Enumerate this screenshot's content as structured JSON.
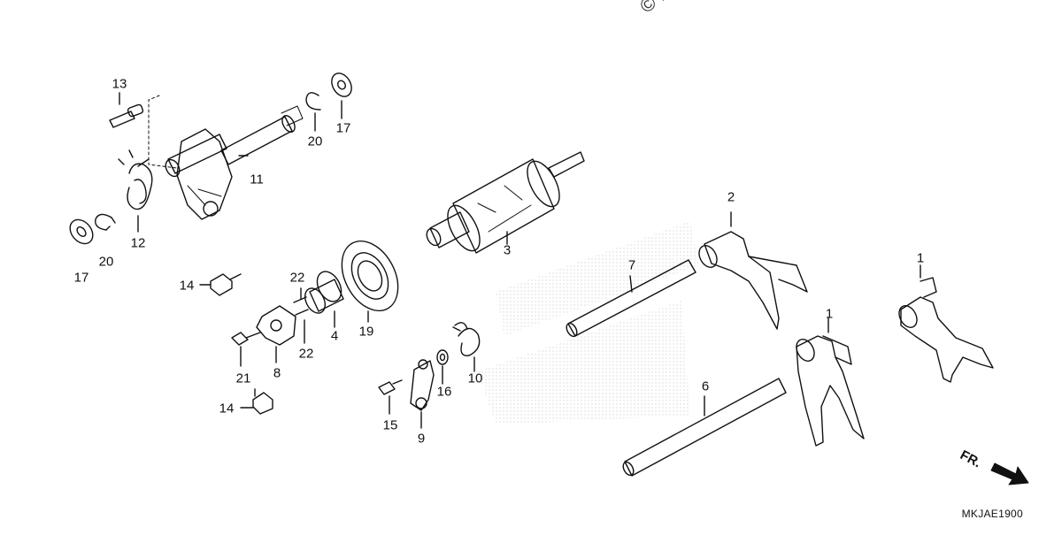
{
  "diagram": {
    "drawing_code": "MKJAE1900",
    "front_marker": "FR.",
    "watermark_glyph": "© Pa",
    "callouts": [
      {
        "id": "1",
        "part": "fork-a"
      },
      {
        "id": "1",
        "part": "fork-b"
      },
      {
        "id": "2",
        "part": "fork-c"
      },
      {
        "id": "3",
        "part": "shift-drum"
      },
      {
        "id": "4",
        "part": "bearing-collar"
      },
      {
        "id": "6",
        "part": "fork-shaft-lower"
      },
      {
        "id": "7",
        "part": "fork-shaft-upper"
      },
      {
        "id": "8",
        "part": "drum-center"
      },
      {
        "id": "9",
        "part": "stopper-arm"
      },
      {
        "id": "10",
        "part": "stopper-spring"
      },
      {
        "id": "11",
        "part": "gearshift-spindle"
      },
      {
        "id": "12",
        "part": "return-spring"
      },
      {
        "id": "13",
        "part": "spring-pin"
      },
      {
        "id": "14",
        "part": "bolt-upper"
      },
      {
        "id": "14",
        "part": "bolt-lower"
      },
      {
        "id": "15",
        "part": "arm-bolt"
      },
      {
        "id": "16",
        "part": "arm-washer"
      },
      {
        "id": "17",
        "part": "washer-left"
      },
      {
        "id": "17",
        "part": "washer-right"
      },
      {
        "id": "19",
        "part": "bearing"
      },
      {
        "id": "20",
        "part": "circlip-left"
      },
      {
        "id": "20",
        "part": "circlip-right"
      },
      {
        "id": "21",
        "part": "center-bolt"
      },
      {
        "id": "22",
        "part": "dowel-upper"
      },
      {
        "id": "22",
        "part": "dowel-lower"
      }
    ]
  }
}
